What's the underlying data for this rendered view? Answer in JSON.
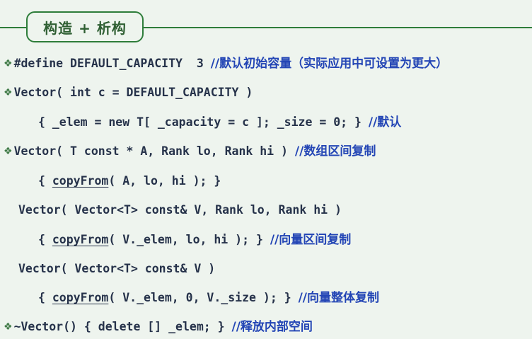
{
  "title": "构造 + 析构",
  "lines": [
    {
      "code": "#define DEFAULT_CAPACITY  3 ",
      "comment": "//默认初始容量（实际应用中可设置为更大）"
    },
    {
      "code": "Vector( int c = DEFAULT_CAPACITY )"
    },
    {
      "code": "{ _elem = new T[ _capacity = c ]; _size = 0; } ",
      "comment": "//默认"
    },
    {
      "code": "Vector( T const * A, Rank lo, Rank hi ) ",
      "comment": "//数组区间复制"
    },
    {
      "pre": "{ ",
      "link": "copyFrom",
      "code": "( A, lo, hi ); }"
    },
    {
      "code": "Vector( Vector<T> const& V, Rank lo, Rank hi )"
    },
    {
      "pre": "{ ",
      "link": "copyFrom",
      "code": "( V._elem, lo, hi ); } ",
      "comment": "//向量区间复制"
    },
    {
      "code": "Vector( Vector<T> const& V )"
    },
    {
      "pre": "{ ",
      "link": "copyFrom",
      "code": "( V._elem, 0, V._size ); } ",
      "comment": "//向量整体复制"
    },
    {
      "code": "~Vector() { delete [] _elem; } ",
      "comment": "//释放内部空间"
    }
  ],
  "bullet_icon": "diamond-bullet-icon",
  "colors": {
    "background": "#eef4ee",
    "accent": "#2e7d3a",
    "code": "#26324a",
    "comment": "#2345b5"
  }
}
